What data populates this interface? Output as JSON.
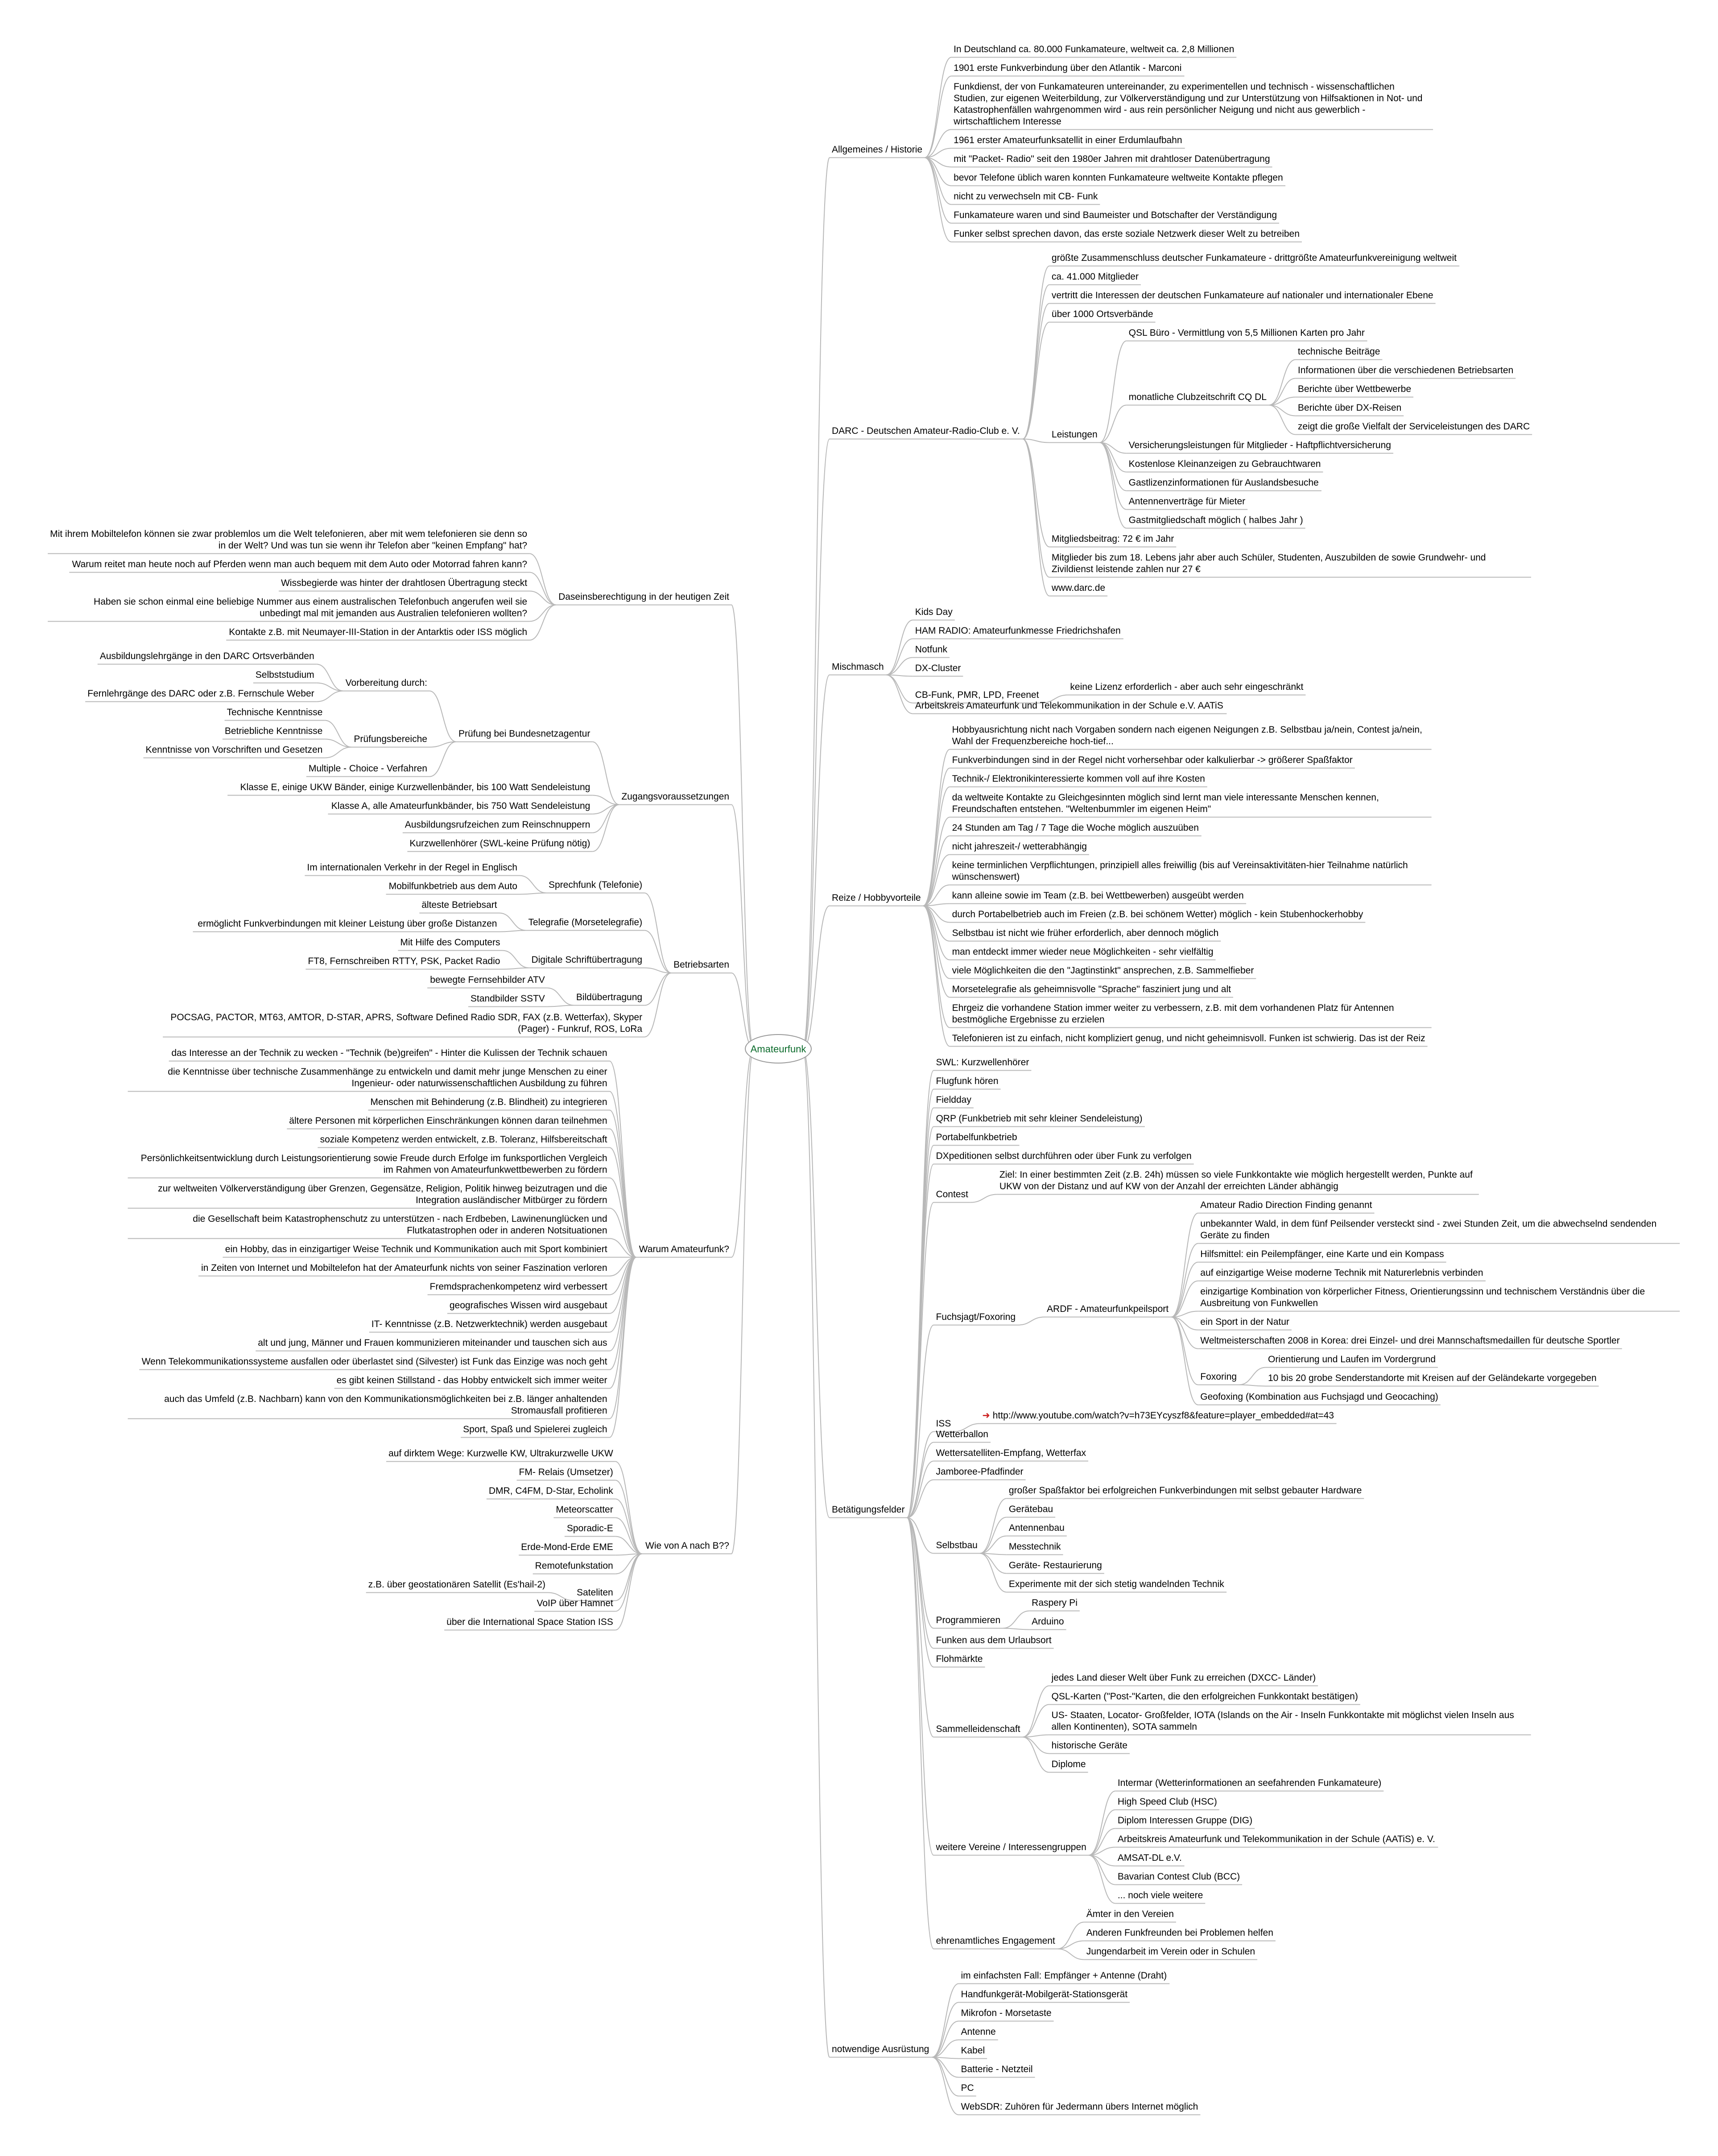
{
  "center": "Amateurfunk",
  "right": [
    {
      "label": "Allgemeines / Historie",
      "children": [
        {
          "label": "In Deutschland ca. 80.000 Funkamateure, weltweit ca. 2,8 Millionen"
        },
        {
          "label": "1901 erste Funkverbindung über den Atlantik - Marconi"
        },
        {
          "label": "Funkdienst, der von Funkamateuren untereinander, zu experimentellen und technisch - wissenschaftlichen Studien, zur eigenen Weiterbildung, zur Völkerverständigung und zur Unterstützung von Hilfsaktionen in Not- und Katastrophenfällen wahrgenommen wird - aus rein persönlicher Neigung und nicht aus gewerblich - wirtschaftlichem Interesse"
        },
        {
          "label": "1961 erster Amateurfunksatellit in einer Erdumlaufbahn"
        },
        {
          "label": "mit \"Packet- Radio\" seit den 1980er Jahren mit drahtloser Datenübertragung"
        },
        {
          "label": "bevor Telefone üblich waren konnten Funkamateure weltweite Kontakte pflegen"
        },
        {
          "label": "nicht zu verwechseln mit CB- Funk"
        },
        {
          "label": "Funkamateure waren und sind Baumeister und Botschafter der Verständigung"
        },
        {
          "label": "Funker selbst sprechen davon, das erste soziale Netzwerk dieser Welt zu betreiben"
        }
      ]
    },
    {
      "label": "DARC - Deutschen Amateur-Radio-Club e. V.",
      "children": [
        {
          "label": "größte Zusammenschluss deutscher Funkamateure - drittgrößte Amateurfunkvereinigung weltweit"
        },
        {
          "label": "ca. 41.000 Mitglieder"
        },
        {
          "label": "vertritt die Interessen der deutschen Funkamateure auf nationaler und internationaler Ebene"
        },
        {
          "label": "über 1000 Ortsverbände"
        },
        {
          "label": "Leistungen",
          "children": [
            {
              "label": "QSL Büro - Vermittlung von 5,5 Millionen Karten pro Jahr"
            },
            {
              "label": "monatliche Clubzeitschrift CQ DL",
              "children": [
                {
                  "label": "technische Beiträge"
                },
                {
                  "label": "Informationen über die verschiedenen Betriebsarten"
                },
                {
                  "label": "Berichte über Wettbewerbe"
                },
                {
                  "label": "Berichte über DX-Reisen"
                },
                {
                  "label": "zeigt die große Vielfalt der Serviceleistungen des DARC"
                }
              ]
            },
            {
              "label": "Versicherungsleistungen für Mitglieder - Haftpflichtversicherung"
            },
            {
              "label": "Kostenlose Kleinanzeigen zu Gebrauchtwaren"
            },
            {
              "label": "Gastlizenzinformationen für Auslandsbesuche"
            },
            {
              "label": "Antennenverträge für Mieter"
            },
            {
              "label": "Gastmitgliedschaft möglich ( halbes Jahr )"
            }
          ]
        },
        {
          "label": "Mitgliedsbeitrag: 72 € im Jahr"
        },
        {
          "label": "Mitglieder bis zum 18. Lebens jahr aber auch Schüler, Studenten, Auszubilden de sowie Grundwehr- und Zivildienst leistende zahlen nur 27 €"
        },
        {
          "label": "www.darc.de"
        }
      ]
    },
    {
      "label": "Mischmasch",
      "children": [
        {
          "label": "Kids Day"
        },
        {
          "label": "HAM RADIO: Amateurfunkmesse Friedrichshafen"
        },
        {
          "label": "Notfunk"
        },
        {
          "label": "DX-Cluster"
        },
        {
          "label": "CB-Funk, PMR, LPD, Freenet",
          "children": [
            {
              "label": "keine Lizenz erforderlich - aber auch sehr eingeschränkt"
            }
          ]
        },
        {
          "label": "Arbeitskreis Amateurfunk und Telekommunikation in der Schule e.V. AATiS"
        }
      ]
    },
    {
      "label": "Reize / Hobbyvorteile",
      "children": [
        {
          "label": "Hobbyausrichtung nicht nach Vorgaben sondern nach eigenen Neigungen z.B. Selbstbau ja/nein, Contest ja/nein, Wahl der Frequenzbereiche hoch-tief..."
        },
        {
          "label": "Funkverbindungen sind in der Regel nicht vorhersehbar oder kalkulierbar -> größerer Spaßfaktor"
        },
        {
          "label": "Technik-/ Elektronikinteressierte kommen voll auf ihre Kosten"
        },
        {
          "label": "da weltweite Kontakte zu Gleichgesinnten möglich sind lernt man viele interessante Menschen kennen, Freundschaften entstehen. \"Weltenbummler im eigenen Heim\""
        },
        {
          "label": "24 Stunden am Tag / 7 Tage die Woche möglich auszuüben"
        },
        {
          "label": "nicht jahreszeit-/ wetterabhängig"
        },
        {
          "label": "keine terminlichen Verpflichtungen, prinzipiell alles freiwillig (bis auf Vereinsaktivitäten-hier Teilnahme natürlich wünschenswert)"
        },
        {
          "label": "kann alleine sowie im Team (z.B. bei Wettbewerben) ausgeübt werden"
        },
        {
          "label": "durch Portabelbetrieb auch im Freien (z.B. bei schönem Wetter) möglich - kein Stubenhockerhobby"
        },
        {
          "label": "Selbstbau ist nicht wie früher erforderlich, aber dennoch möglich"
        },
        {
          "label": "man entdeckt immer wieder neue Möglichkeiten - sehr vielfältig"
        },
        {
          "label": "viele Möglichkeiten die den \"Jagtinstinkt\" ansprechen, z.B. Sammelfieber"
        },
        {
          "label": "Morsetelegrafie als geheimnisvolle \"Sprache\" fasziniert jung und alt"
        },
        {
          "label": "Ehrgeiz die vorhandene Station immer weiter zu verbessern, z.B. mit dem vorhandenen Platz für Antennen bestmögliche Ergebnisse zu erzielen"
        },
        {
          "label": "Telefonieren ist zu einfach, nicht kompliziert genug, und nicht geheimnisvoll. Funken ist schwierig. Das ist der Reiz"
        }
      ]
    },
    {
      "label": "Betätigungsfelder",
      "children": [
        {
          "label": "SWL: Kurzwellenhörer"
        },
        {
          "label": "Flugfunk hören"
        },
        {
          "label": "Fieldday"
        },
        {
          "label": "QRP (Funkbetrieb mit sehr kleiner Sendeleistung)"
        },
        {
          "label": "Portabelfunkbetrieb"
        },
        {
          "label": "DXpeditionen selbst durchführen oder über Funk zu verfolgen"
        },
        {
          "label": "Contest",
          "children": [
            {
              "label": "Ziel: In einer bestimmten Zeit (z.B. 24h) müssen so viele Funkkontakte wie möglich hergestellt werden, Punkte auf UKW von der Distanz und auf KW von der Anzahl der erreichten Länder abhängig"
            }
          ]
        },
        {
          "label": "Fuchsjagt/Foxoring",
          "children": [
            {
              "label": "ARDF - Amateurfunkpeilsport",
              "children": [
                {
                  "label": "Amateur Radio Direction Finding genannt"
                },
                {
                  "label": "unbekannter Wald, in dem fünf Peilsender versteckt sind - zwei Stunden Zeit, um die abwechselnd sendenden Geräte zu finden"
                },
                {
                  "label": "Hilfsmittel: ein Peilempfänger, eine Karte und ein Kompass"
                },
                {
                  "label": "auf einzigartige Weise moderne Technik mit Naturerlebnis verbinden"
                },
                {
                  "label": "einzigartige Kombination von körperlicher Fitness, Orientierungssinn und technischem Verständnis über die Ausbreitung von Funkwellen"
                },
                {
                  "label": "ein Sport in der Natur"
                },
                {
                  "label": "Weltmeisterschaften 2008 in Korea: drei Einzel- und drei Mannschaftsmedaillen für deutsche Sportler"
                },
                {
                  "label": "Foxoring",
                  "children": [
                    {
                      "label": "Orientierung und Laufen im Vordergrund"
                    },
                    {
                      "label": "10 bis 20 grobe Senderstandorte mit Kreisen auf der Geländekarte vorgegeben"
                    }
                  ]
                },
                {
                  "label": "Geofoxing (Kombination aus Fuchsjagd und Geocaching)"
                }
              ]
            }
          ]
        },
        {
          "label": "ISS",
          "children": [
            {
              "label": "http://www.youtube.com/watch?v=h73EYcyszf8&feature=player_embedded#at=43",
              "link": true
            }
          ]
        },
        {
          "label": "Wetterballon"
        },
        {
          "label": "Wettersatelliten-Empfang, Wetterfax"
        },
        {
          "label": "Jamboree-Pfadfinder"
        },
        {
          "label": "Selbstbau",
          "children": [
            {
              "label": "großer Spaßfaktor bei erfolgreichen Funkverbindungen mit selbst gebauter Hardware"
            },
            {
              "label": "Gerätebau"
            },
            {
              "label": "Antennenbau"
            },
            {
              "label": "Messtechnik"
            },
            {
              "label": "Geräte- Restaurierung"
            },
            {
              "label": "Experimente mit der sich stetig wandelnden Technik"
            }
          ]
        },
        {
          "label": "Programmieren",
          "children": [
            {
              "label": "Raspery Pi"
            },
            {
              "label": "Arduino"
            }
          ]
        },
        {
          "label": "Funken aus dem Urlaubsort"
        },
        {
          "label": "Flohmärkte"
        },
        {
          "label": "Sammelleidenschaft",
          "children": [
            {
              "label": "jedes Land dieser Welt über Funk zu erreichen (DXCC- Länder)"
            },
            {
              "label": "QSL-Karten (\"Post-\"Karten, die den erfolgreichen Funkkontakt bestätigen)"
            },
            {
              "label": "US- Staaten, Locator- Großfelder, IOTA (Islands on the Air - Inseln Funkkontakte mit möglichst vielen Inseln aus allen Kontinenten), SOTA sammeln"
            },
            {
              "label": "historische Geräte"
            },
            {
              "label": "Diplome"
            }
          ]
        },
        {
          "label": "weitere Vereine / Interessengruppen",
          "children": [
            {
              "label": "Intermar (Wetterinformationen an seefahrenden Funkamateure)"
            },
            {
              "label": "High Speed Club (HSC)"
            },
            {
              "label": "Diplom Interessen Gruppe (DIG)"
            },
            {
              "label": "Arbeitskreis Amateurfunk und Telekommunikation in der Schule (AATiS) e. V."
            },
            {
              "label": "AMSAT-DL e.V."
            },
            {
              "label": "Bavarian Contest Club (BCC)"
            },
            {
              "label": "... noch viele weitere"
            }
          ]
        },
        {
          "label": "ehrenamtliches Engagement",
          "children": [
            {
              "label": "Ämter in den Vereien"
            },
            {
              "label": "Anderen Funkfreunden bei Problemen helfen"
            },
            {
              "label": "Jungendarbeit im Verein oder in Schulen"
            }
          ]
        }
      ]
    },
    {
      "label": "notwendige Ausrüstung",
      "children": [
        {
          "label": "im einfachsten Fall: Empfänger + Antenne (Draht)"
        },
        {
          "label": "Handfunkgerät-Mobilgerät-Stationsgerät"
        },
        {
          "label": "Mikrofon - Morsetaste"
        },
        {
          "label": "Antenne"
        },
        {
          "label": "Kabel"
        },
        {
          "label": "Batterie - Netzteil"
        },
        {
          "label": "PC"
        },
        {
          "label": "WebSDR: Zuhören für Jedermann übers Internet möglich"
        }
      ]
    }
  ],
  "left": [
    {
      "label": "Daseinsberechtigung in der heutigen Zeit",
      "children": [
        {
          "label": "Mit ihrem Mobiltelefon können sie zwar problemlos um die Welt telefonieren, aber mit wem telefonieren sie denn so in der Welt? Und was tun sie wenn ihr Telefon aber \"keinen Empfang\" hat?"
        },
        {
          "label": "Warum reitet man heute noch auf Pferden wenn man auch bequem mit dem Auto oder Motorrad fahren kann?"
        },
        {
          "label": "Wissbegierde was hinter der drahtlosen Übertragung steckt"
        },
        {
          "label": "Haben sie schon einmal eine beliebige Nummer aus einem australischen Telefonbuch angerufen weil sie unbedingt mal mit jemanden aus Australien telefonieren wollten?"
        },
        {
          "label": "Kontakte z.B. mit Neumayer-III-Station in der Antarktis oder ISS möglich"
        }
      ]
    },
    {
      "label": "Zugangsvoraussetzungen",
      "children": [
        {
          "label": "Prüfung bei Bundesnetzagentur",
          "children": [
            {
              "label": "Vorbereitung durch:",
              "children": [
                {
                  "label": "Ausbildungslehrgänge in den DARC Ortsverbänden"
                },
                {
                  "label": "Selbststudium"
                },
                {
                  "label": "Fernlehrgänge des DARC oder z.B. Fernschule Weber"
                }
              ]
            },
            {
              "label": "Prüfungsbereiche",
              "children": [
                {
                  "label": "Technische Kenntnisse"
                },
                {
                  "label": "Betriebliche Kenntnisse"
                },
                {
                  "label": "Kenntnisse von Vorschriften und Gesetzen"
                }
              ]
            },
            {
              "label": "Multiple - Choice - Verfahren"
            }
          ]
        },
        {
          "label": "Klasse E,     einige UKW Bänder, einige Kurzwellenbänder, bis 100 Watt Sendeleistung"
        },
        {
          "label": "Klasse A, alle Amateurfunkbänder, bis 750 Watt Sendeleistung"
        },
        {
          "label": "Ausbildungsrufzeichen zum Reinschnuppern"
        },
        {
          "label": "Kurzwellenhörer (SWL-keine Prüfung nötig)"
        }
      ]
    },
    {
      "label": "Betriebsarten",
      "children": [
        {
          "label": "Sprechfunk (Telefonie)",
          "children": [
            {
              "label": "Im internationalen Verkehr in der Regel in Englisch"
            },
            {
              "label": "Mobilfunkbetrieb aus dem Auto"
            }
          ]
        },
        {
          "label": "Telegrafie (Morsetelegrafie)",
          "children": [
            {
              "label": "älteste Betriebsart"
            },
            {
              "label": "ermöglicht  Funkverbindungen mit kleiner Leistung über große Distanzen"
            }
          ]
        },
        {
          "label": "Digitale Schriftübertragung",
          "children": [
            {
              "label": "Mit Hilfe des Computers"
            },
            {
              "label": "FT8, Fernschreiben RTTY, PSK, Packet Radio"
            }
          ]
        },
        {
          "label": "Bildübertragung",
          "children": [
            {
              "label": "bewegte Fernsehbilder ATV"
            },
            {
              "label": "Standbilder SSTV"
            }
          ]
        },
        {
          "label": "POCSAG, PACTOR, MT63, AMTOR, D-STAR, APRS, Software Defined Radio SDR, FAX (z.B. Wetterfax), Skyper (Pager) - Funkruf, ROS, LoRa"
        }
      ]
    },
    {
      "label": "Warum Amateurfunk?",
      "children": [
        {
          "label": "das Interesse an der Technik zu wecken - \"Technik (be)greifen\" - Hinter die Kulissen der Technik schauen"
        },
        {
          "label": "die Kenntnisse über technische Zusammenhänge zu entwickeln und damit mehr junge Menschen zu einer Ingenieur- oder naturwissenschaftlichen Ausbildung zu führen"
        },
        {
          "label": "Menschen mit Behinderung (z.B. Blindheit) zu integrieren"
        },
        {
          "label": "ältere Personen mit körperlichen Einschränkungen können daran teilnehmen"
        },
        {
          "label": "soziale Kompetenz werden entwickelt, z.B. Toleranz, Hilfsbereitschaft"
        },
        {
          "label": "Persönlichkeitsentwicklung durch Leistungsorientierung sowie Freude durch Erfolge im funksportlichen Vergleich im Rahmen von Amateurfunkwettbewerben zu fördern"
        },
        {
          "label": "zur weltweiten Völkerverständigung über Grenzen, Gegensätze, Religion, Politik hinweg beizutragen und die Integration ausländischer Mitbürger zu fördern"
        },
        {
          "label": "die Gesellschaft beim Katastrophenschutz zu unterstützen - nach Erdbeben, Lawinenunglücken und Flutkatastrophen oder in anderen Notsituationen"
        },
        {
          "label": "ein Hobby, das in einzigartiger Weise Technik und Kommunikation auch mit Sport kombiniert"
        },
        {
          "label": "in Zeiten von Internet und Mobiltelefon hat der Amateurfunk nichts von seiner Faszination verloren"
        },
        {
          "label": "Fremdsprachenkompetenz wird verbessert"
        },
        {
          "label": "geografisches Wissen wird ausgebaut"
        },
        {
          "label": "IT- Kenntnisse (z.B. Netzwerktechnik) werden ausgebaut"
        },
        {
          "label": "alt und jung, Männer und Frauen kommunizieren miteinander und tauschen sich aus"
        },
        {
          "label": "Wenn Telekommunikationssysteme ausfallen oder überlastet sind (Silvester) ist Funk das Einzige was noch geht"
        },
        {
          "label": "es gibt keinen Stillstand - das Hobby entwickelt sich immer weiter"
        },
        {
          "label": "auch das Umfeld (z.B. Nachbarn) kann von den Kommunikationsmöglichkeiten bei z.B. länger anhaltenden Stromausfall profitieren"
        },
        {
          "label": "Sport, Spaß und Spielerei zugleich"
        }
      ]
    },
    {
      "label": "Wie von A nach B??",
      "children": [
        {
          "label": "auf dirktem Wege: Kurzwelle KW, Ultrakurzwelle UKW"
        },
        {
          "label": "FM- Relais (Umsetzer)"
        },
        {
          "label": "DMR, C4FM, D-Star, Echolink"
        },
        {
          "label": "Meteorscatter"
        },
        {
          "label": "Sporadic-E"
        },
        {
          "label": "Erde-Mond-Erde EME"
        },
        {
          "label": "Remotefunkstation"
        },
        {
          "label": "Sateliten",
          "children": [
            {
              "label": "z.B. über geostationären Satellit (Es'hail-2)"
            }
          ]
        },
        {
          "label": "VoIP über Hamnet"
        },
        {
          "label": "über die International Space Station ISS"
        }
      ]
    }
  ]
}
